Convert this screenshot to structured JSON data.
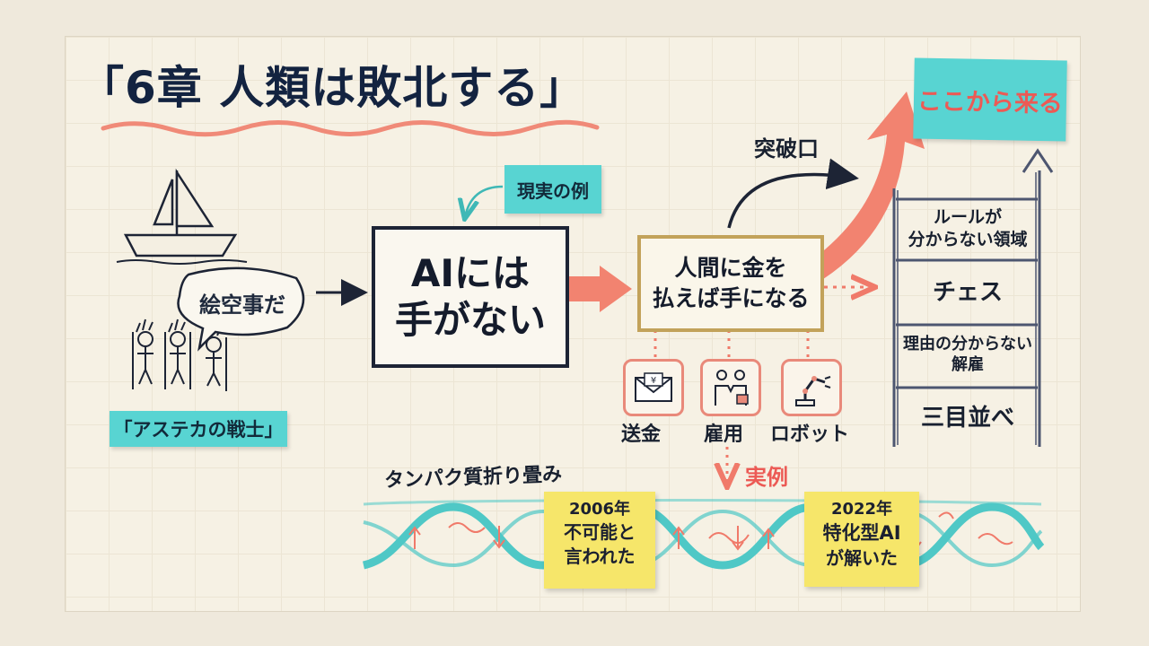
{
  "title": "「6章 人類は敗北する」",
  "notes": {
    "here": "ここから来る",
    "example": "現実の例",
    "aztec": "「アステカの戦士」"
  },
  "bubble": "絵空事だ",
  "ai_box": {
    "line1": "AIには",
    "line2": "手がない"
  },
  "money_box": {
    "line1": "人間に金を",
    "line2": "払えば手になる"
  },
  "breakthrough": "突破口",
  "icons": [
    {
      "name": "envelope-yen-icon",
      "label": "送金"
    },
    {
      "name": "handshake-icon",
      "label": "雇用"
    },
    {
      "name": "robot-arm-icon",
      "label": "ロボット"
    }
  ],
  "ladder": [
    {
      "line1": "ルールが",
      "line2": "分からない領域"
    },
    {
      "line1": "チェス",
      "line2": ""
    },
    {
      "line1": "理由の分からない",
      "line2": "解雇"
    },
    {
      "line1": "三目並べ",
      "line2": ""
    }
  ],
  "real_example": "実例",
  "protein": {
    "label": "タンパク質折り畳み",
    "note_2006": {
      "year": "2006年",
      "line1": "不可能と",
      "line2": "言われた"
    },
    "note_2022": {
      "year": "2022年",
      "line1": "特化型AI",
      "line2": "が解いた"
    }
  },
  "colors": {
    "teal": "#58d4d2",
    "coral": "#f07a6a",
    "navy": "#1d2435",
    "gold": "#c2a25a",
    "yellow": "#f6e66a"
  }
}
